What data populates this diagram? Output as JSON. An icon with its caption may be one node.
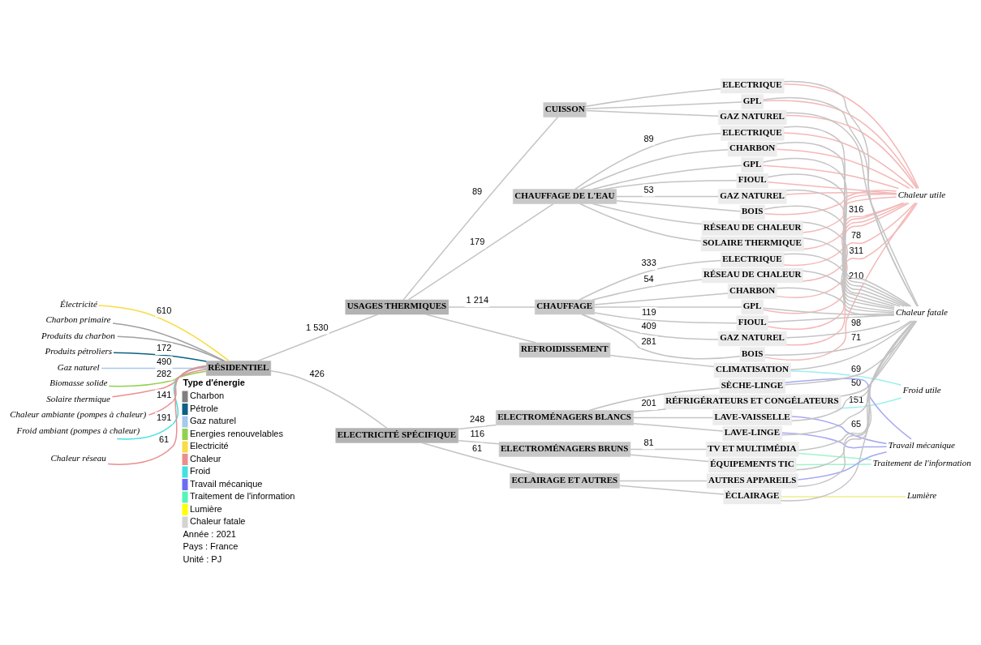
{
  "diagram": {
    "nodes": [
      {
        "text": [
          "Charbon primaire"
        ]
      },
      {
        "text": [
          "Produits du charbon"
        ]
      },
      {
        "text": [
          "Produits pétroliers"
        ]
      },
      {
        "text": [
          "Gaz naturel"
        ]
      },
      {
        "text": [
          "Biomasse solide"
        ]
      },
      {
        "text": [
          "Solaire thermique"
        ]
      },
      {
        "text": [
          "Chaleur ambiante (pompes à chaleur)"
        ]
      },
      {
        "text": [
          "Froid ambiant (pompes à chaleur)"
        ]
      },
      {
        "text": [
          "Électricité"
        ]
      },
      {
        "text": [
          "Chaleur réseau"
        ]
      },
      {
        "text": [
          "RÉSIDENTIEL"
        ]
      },
      {
        "text": [
          "USAGES THERMIQUES"
        ]
      },
      {
        "text": [
          "ELECTRICITÉ SPÉCIFIQUE"
        ]
      },
      {
        "text": [
          "CHAUFFAGE"
        ]
      },
      {
        "text": [
          "REFROIDISSEMENT"
        ]
      },
      {
        "text": [
          "CHAUFFAGE DE L'EAU"
        ]
      },
      {
        "text": [
          "CUISSON"
        ]
      },
      {
        "text": [
          "ELECTROMÉNAGERS BLANCS"
        ]
      },
      {
        "text": [
          "ELECTROMÉNAGERS BRUNS"
        ]
      },
      {
        "text": [
          "ECLAIRAGE ET AUTRES"
        ]
      },
      {
        "text": [
          "CHARBON"
        ]
      },
      {
        "text": [
          "GPL"
        ]
      },
      {
        "text": [
          "FIOUL"
        ]
      },
      {
        "text": [
          "GAZ NATUREL"
        ]
      },
      {
        "text": [
          "BOIS"
        ]
      },
      {
        "text": [
          "RÉSEAU DE CHALEUR"
        ]
      },
      {
        "text": [
          "ELECTRIQUE"
        ]
      },
      {
        "text": [
          "CLIMATISATION"
        ]
      },
      {
        "text": [
          "CHARBON"
        ]
      },
      {
        "text": [
          "GPL"
        ]
      },
      {
        "text": [
          "FIOUL"
        ]
      },
      {
        "text": [
          "GAZ NATUREL"
        ]
      },
      {
        "text": [
          "BOIS"
        ]
      },
      {
        "text": [
          "RÉSEAU DE CHALEUR"
        ]
      },
      {
        "text": [
          "SOLAIRE THERMIQUE"
        ]
      },
      {
        "text": [
          "ELECTRIQUE"
        ]
      },
      {
        "text": [
          "GPL"
        ]
      },
      {
        "text": [
          "GAZ NATUREL"
        ]
      },
      {
        "text": [
          "ELECTRIQUE"
        ]
      },
      {
        "text": [
          "RÉFRIGÉRATEURS ET CONGÉLATEURS"
        ]
      },
      {
        "text": [
          "LAVE-LINGE"
        ]
      },
      {
        "text": [
          "SÈCHE-LINGE"
        ]
      },
      {
        "text": [
          "LAVE-VAISSELLE"
        ]
      },
      {
        "text": [
          "TV ET MULTIMÉDIA"
        ]
      },
      {
        "text": [
          "ÉQUIPEMENTS TIC"
        ]
      },
      {
        "text": [
          "ÉCLAIRAGE"
        ]
      },
      {
        "text": [
          "AUTRES APPAREILS"
        ]
      },
      {
        "text": [
          "Chaleur utile"
        ]
      },
      {
        "text": [
          "Froid utile"
        ]
      },
      {
        "text": [
          "Travail mécanique"
        ]
      },
      {
        "text": [
          "Traitement de l'information"
        ]
      },
      {
        "text": [
          "Lumière"
        ]
      },
      {
        "text": [
          "Chaleur fatale"
        ]
      }
    ],
    "edges": [
      {
        "from": 0,
        "to": 10,
        "arrow": "none",
        "color": "#a0a0a0"
      },
      {
        "from": 1,
        "to": 10,
        "arrow": "none",
        "color": "#a0a0a0"
      },
      {
        "from": 2,
        "to": 10,
        "arrow": "none",
        "label": "172",
        "color": "#0b6083"
      },
      {
        "from": 3,
        "to": 10,
        "arrow": "none",
        "label": "490",
        "color": "#a8c8ec"
      },
      {
        "from": 4,
        "to": 10,
        "arrow": "none",
        "label": "282",
        "color": "#92d050"
      },
      {
        "from": 5,
        "to": 10,
        "arrow": "none",
        "color": "#ec8e8e"
      },
      {
        "from": 6,
        "to": 10,
        "arrow": "none",
        "label": "141",
        "color": "#ec8e8e"
      },
      {
        "from": 7,
        "to": 10,
        "arrow": "none",
        "label": "191",
        "color": "#43e0e0"
      },
      {
        "from": 8,
        "to": 10,
        "arrow": "none",
        "label": "610",
        "color": "#f9dc46"
      },
      {
        "from": 9,
        "to": 10,
        "arrow": "none",
        "label": "61",
        "color": "#ec8e8e"
      },
      {
        "from": 10,
        "to": 11,
        "arrow": "none",
        "label": "1 530"
      },
      {
        "from": 10,
        "to": 12,
        "arrow": "none",
        "label": "426"
      },
      {
        "from": 11,
        "to": 13,
        "arrow": "none",
        "label": "1 214"
      },
      {
        "from": 11,
        "to": 14,
        "arrow": "none"
      },
      {
        "from": 11,
        "to": 15,
        "arrow": "none",
        "label": "179"
      },
      {
        "from": 11,
        "to": 16,
        "arrow": "none",
        "label": "89"
      },
      {
        "from": 12,
        "to": 17,
        "arrow": "none",
        "label": "248"
      },
      {
        "from": 12,
        "to": 18,
        "arrow": "none",
        "label": "116"
      },
      {
        "from": 12,
        "to": 19,
        "arrow": "none",
        "label": "61"
      },
      {
        "from": 13,
        "to": 20,
        "arrow": "none"
      },
      {
        "from": 13,
        "to": 21,
        "arrow": "none"
      },
      {
        "from": 13,
        "to": 22,
        "arrow": "none",
        "label": "119"
      },
      {
        "from": 13,
        "to": 23,
        "arrow": "none",
        "label": "409"
      },
      {
        "from": 13,
        "to": 24,
        "arrow": "none",
        "label": "281"
      },
      {
        "from": 13,
        "to": 25,
        "arrow": "none",
        "label": "54"
      },
      {
        "from": 13,
        "to": 26,
        "arrow": "none",
        "label": "333"
      },
      {
        "from": 14,
        "to": 27,
        "arrow": "none"
      },
      {
        "from": 15,
        "to": 28,
        "arrow": "none"
      },
      {
        "from": 15,
        "to": 29,
        "arrow": "none"
      },
      {
        "from": 15,
        "to": 30,
        "arrow": "none"
      },
      {
        "from": 15,
        "to": 31,
        "arrow": "none",
        "label": "53"
      },
      {
        "from": 15,
        "to": 32,
        "arrow": "none"
      },
      {
        "from": 15,
        "to": 33,
        "arrow": "none"
      },
      {
        "from": 15,
        "to": 34,
        "arrow": "none"
      },
      {
        "from": 15,
        "to": 35,
        "arrow": "none",
        "label": "89"
      },
      {
        "from": 16,
        "to": 36,
        "arrow": "none"
      },
      {
        "from": 16,
        "to": 37,
        "arrow": "none"
      },
      {
        "from": 16,
        "to": 38,
        "arrow": "none"
      },
      {
        "from": 17,
        "to": 39,
        "arrow": "none",
        "label": "201"
      },
      {
        "from": 17,
        "to": 40,
        "arrow": "none"
      },
      {
        "from": 17,
        "to": 41,
        "arrow": "none"
      },
      {
        "from": 17,
        "to": 42,
        "arrow": "none"
      },
      {
        "from": 18,
        "to": 43,
        "arrow": "none",
        "label": "81"
      },
      {
        "from": 18,
        "to": 44,
        "arrow": "none"
      },
      {
        "from": 19,
        "to": 45,
        "arrow": "none"
      },
      {
        "from": 19,
        "to": 46,
        "arrow": "none"
      },
      {
        "from": 20,
        "to": 47,
        "arrow": "none",
        "color": "#f4b8b8"
      },
      {
        "from": 21,
        "to": 47,
        "arrow": "none",
        "color": "#f4b8b8"
      },
      {
        "from": 22,
        "to": 47,
        "arrow": "none",
        "label": "78",
        "color": "#f4b8b8"
      },
      {
        "from": 23,
        "to": 47,
        "arrow": "none",
        "label": "311",
        "color": "#f4b8b8"
      },
      {
        "from": 24,
        "to": 47,
        "arrow": "none",
        "label": "210",
        "color": "#f4b8b8"
      },
      {
        "from": 25,
        "to": 47,
        "arrow": "none",
        "color": "#f4b8b8"
      },
      {
        "from": 26,
        "to": 47,
        "arrow": "none",
        "label": "316",
        "color": "#f4b8b8"
      },
      {
        "from": 20,
        "to": 52,
        "arrow": "none"
      },
      {
        "from": 21,
        "to": 52,
        "arrow": "none"
      },
      {
        "from": 22,
        "to": 52,
        "arrow": "none"
      },
      {
        "from": 23,
        "to": 52,
        "arrow": "none",
        "label": "98"
      },
      {
        "from": 24,
        "to": 52,
        "arrow": "none",
        "label": "71"
      },
      {
        "from": 25,
        "to": 52,
        "arrow": "none"
      },
      {
        "from": 26,
        "to": 52,
        "arrow": "none"
      },
      {
        "from": 27,
        "to": 48,
        "arrow": "none",
        "label": "69",
        "color": "#9eeeee"
      },
      {
        "from": 27,
        "to": 52,
        "arrow": "none"
      },
      {
        "from": 28,
        "to": 47,
        "arrow": "none",
        "color": "#f4b8b8"
      },
      {
        "from": 29,
        "to": 47,
        "arrow": "none",
        "color": "#f4b8b8"
      },
      {
        "from": 30,
        "to": 47,
        "arrow": "none",
        "color": "#f4b8b8"
      },
      {
        "from": 31,
        "to": 47,
        "arrow": "none",
        "color": "#f4b8b8"
      },
      {
        "from": 32,
        "to": 47,
        "arrow": "none",
        "color": "#f4b8b8"
      },
      {
        "from": 33,
        "to": 47,
        "arrow": "none",
        "color": "#f4b8b8"
      },
      {
        "from": 34,
        "to": 47,
        "arrow": "none",
        "color": "#f4b8b8"
      },
      {
        "from": 35,
        "to": 47,
        "arrow": "none",
        "color": "#f4b8b8"
      },
      {
        "from": 28,
        "to": 52,
        "arrow": "none"
      },
      {
        "from": 29,
        "to": 52,
        "arrow": "none"
      },
      {
        "from": 30,
        "to": 52,
        "arrow": "none"
      },
      {
        "from": 31,
        "to": 52,
        "arrow": "none"
      },
      {
        "from": 32,
        "to": 52,
        "arrow": "none"
      },
      {
        "from": 33,
        "to": 52,
        "arrow": "none"
      },
      {
        "from": 34,
        "to": 52,
        "arrow": "none"
      },
      {
        "from": 35,
        "to": 52,
        "arrow": "none"
      },
      {
        "from": 36,
        "to": 47,
        "arrow": "none",
        "color": "#f4b8b8"
      },
      {
        "from": 37,
        "to": 47,
        "arrow": "none",
        "color": "#f4b8b8"
      },
      {
        "from": 38,
        "to": 47,
        "arrow": "none",
        "color": "#f4b8b8"
      },
      {
        "from": 36,
        "to": 52,
        "arrow": "none"
      },
      {
        "from": 37,
        "to": 52,
        "arrow": "none"
      },
      {
        "from": 38,
        "to": 52,
        "arrow": "none"
      },
      {
        "from": 39,
        "to": 48,
        "arrow": "none",
        "label": "151",
        "color": "#9eeeee"
      },
      {
        "from": 39,
        "to": 52,
        "arrow": "none",
        "label": "50"
      },
      {
        "from": 40,
        "to": 49,
        "arrow": "none",
        "color": "#a8a8f4"
      },
      {
        "from": 41,
        "to": 49,
        "arrow": "none",
        "color": "#a8a8f4"
      },
      {
        "from": 42,
        "to": 49,
        "arrow": "none",
        "color": "#a8a8f4"
      },
      {
        "from": 40,
        "to": 52,
        "arrow": "none"
      },
      {
        "from": 41,
        "to": 52,
        "arrow": "none"
      },
      {
        "from": 42,
        "to": 52,
        "arrow": "none"
      },
      {
        "from": 43,
        "to": 50,
        "arrow": "none",
        "color": "#9ef4cc"
      },
      {
        "from": 43,
        "to": 52,
        "arrow": "none",
        "label": "65"
      },
      {
        "from": 44,
        "to": 50,
        "arrow": "none",
        "color": "#9ef4cc"
      },
      {
        "from": 44,
        "to": 52,
        "arrow": "none"
      },
      {
        "from": 45,
        "to": 51,
        "arrow": "none",
        "color": "#eeee88"
      },
      {
        "from": 45,
        "to": 52,
        "arrow": "none"
      },
      {
        "from": 46,
        "to": 49,
        "arrow": "none",
        "color": "#a8a8f4"
      },
      {
        "from": 46,
        "to": 52,
        "arrow": "none"
      }
    ],
    "labels": [
      "Type d'énergie",
      "Année : 2021",
      "Pays : France",
      "Unité : PJ"
    ],
    "legend": [
      {
        "text": "Charbon",
        "color": "#7f7f7f"
      },
      {
        "text": "Pétrole",
        "color": "#0b6083"
      },
      {
        "text": "Gaz naturel",
        "color": "#a8c8ec"
      },
      {
        "text": "Energies renouvelables",
        "color": "#92d050"
      },
      {
        "text": "Electricité",
        "color": "#f9dc46"
      },
      {
        "text": "Chaleur",
        "color": "#ec8e8e"
      },
      {
        "text": "Froid",
        "color": "#43e0e0"
      },
      {
        "text": "Travail mécanique",
        "color": "#6b6bf6"
      },
      {
        "text": "Traitement de l'information",
        "color": "#55f5b5"
      },
      {
        "text": "Lumière",
        "color": "#ffff00"
      },
      {
        "text": "Chaleur fatale",
        "color": "#d3d3d3"
      }
    ]
  }
}
